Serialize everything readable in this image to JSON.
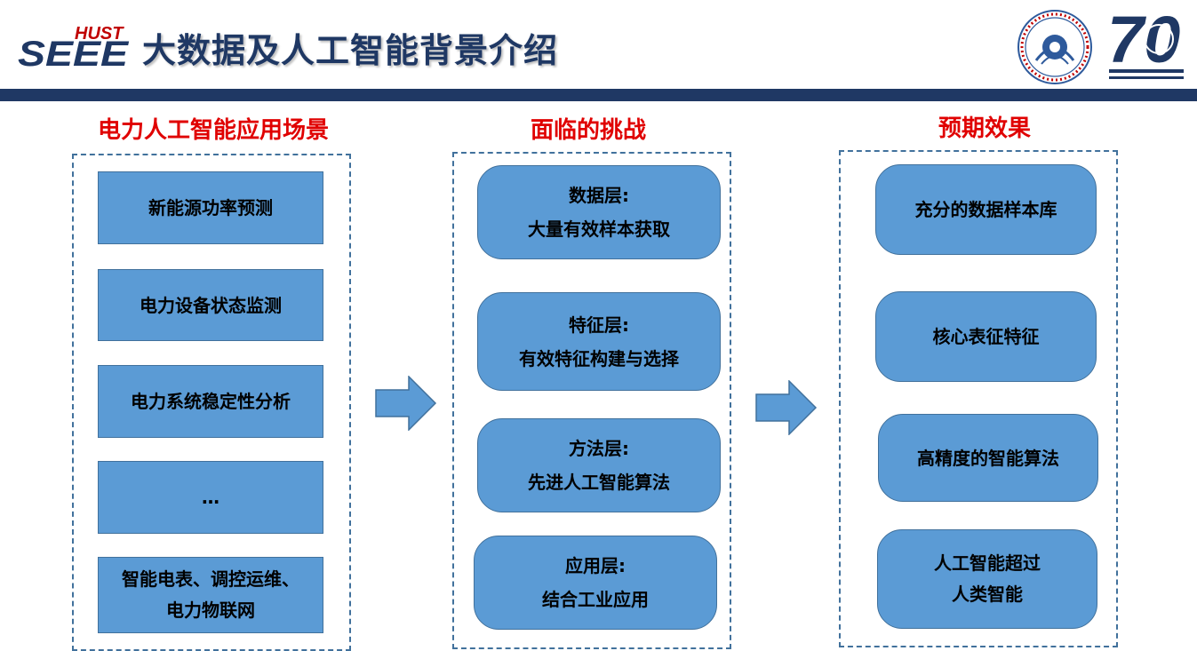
{
  "header": {
    "logo_top": "HUST",
    "logo_main": "SEEE",
    "title": "大数据及人工智能背景介绍",
    "anniversary_number": "70"
  },
  "colors": {
    "navy": "#1f3864",
    "box_fill": "#5b9bd5",
    "box_border": "#41719c",
    "heading_red": "#e00000"
  },
  "scenarios": {
    "heading": "电力人工智能应用场景",
    "items": [
      {
        "lines": [
          "新能源功率预测"
        ]
      },
      {
        "lines": [
          "电力设备状态监测"
        ]
      },
      {
        "lines": [
          "电力系统稳定性分析"
        ]
      },
      {
        "lines": [
          "…"
        ]
      },
      {
        "lines": [
          "智能电表、调控运维、",
          "电力物联网"
        ]
      }
    ]
  },
  "challenges": {
    "heading": "面临的挑战",
    "items": [
      {
        "lines": [
          "数据层:",
          "大量有效样本获取"
        ]
      },
      {
        "lines": [
          "特征层:",
          "有效特征构建与选择"
        ]
      },
      {
        "lines": [
          "方法层:",
          "先进人工智能算法"
        ]
      },
      {
        "lines": [
          "应用层:",
          "结合工业应用"
        ]
      }
    ]
  },
  "outcomes": {
    "heading": "预期效果",
    "items": [
      {
        "lines": [
          "充分的数据样本库"
        ]
      },
      {
        "lines": [
          "核心表征特征"
        ]
      },
      {
        "lines": [
          "高精度的智能算法"
        ]
      },
      {
        "lines": [
          "人工智能超过",
          "人类智能"
        ]
      }
    ]
  },
  "icons": {
    "arrow1": "right-arrow-icon",
    "arrow2": "right-arrow-icon",
    "emblem": "school-emblem-icon"
  }
}
